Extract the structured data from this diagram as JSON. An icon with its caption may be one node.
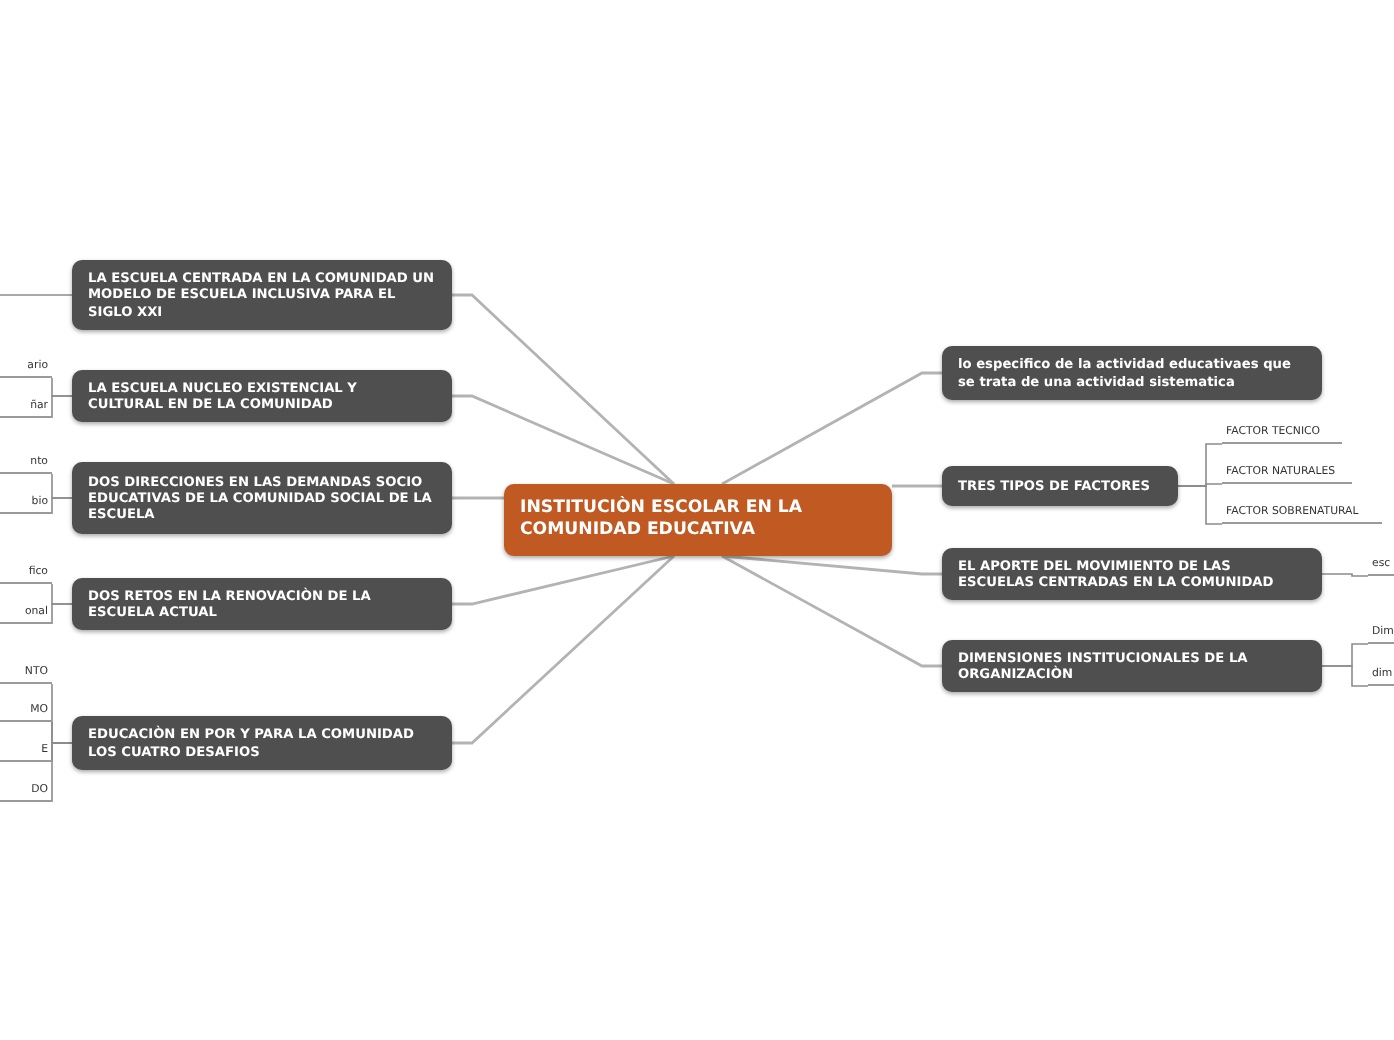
{
  "diagram": {
    "nodes": [
      {
        "text": [
          "INSTITUCIÒN ESCOLAR EN LA COMUNIDAD EDUCATIVA"
        ]
      },
      {
        "text": [
          "LA ESCUELA CENTRADA EN LA COMUNIDAD UN MODELO DE ESCUELA INCLUSIVA PARA EL SIGLO XXI"
        ]
      },
      {
        "text": [
          "LA ESCUELA NUCLEO EXISTENCIAL Y CULTURAL EN DE LA COMUNIDAD"
        ]
      },
      {
        "text": [
          "DOS DIRECCIONES EN LAS DEMANDAS SOCIO EDUCATIVAS DE LA COMUNIDAD SOCIAL DE LA ESCUELA"
        ]
      },
      {
        "text": [
          "DOS RETOS EN LA RENOVACIÒN DE LA ESCUELA ACTUAL"
        ]
      },
      {
        "text": [
          "EDUCACIÒN EN POR Y PARA LA COMUNIDAD LOS CUATRO DESAFIOS"
        ]
      },
      {
        "text": [
          "lo especifico de la actividad educativaes que se trata de una actividad sistematica"
        ]
      },
      {
        "text": [
          "TRES TIPOS DE FACTORES"
        ]
      },
      {
        "text": [
          "EL APORTE DEL MOVIMIENTO DE LAS ESCUELAS CENTRADAS EN LA COMUNIDAD"
        ]
      },
      {
        "text": [
          "DIMENSIONES INSTITUCIONALES DE LA ORGANIZACIÒN"
        ]
      },
      {
        "text": [
          "ario"
        ]
      },
      {
        "text": [
          "ñar"
        ]
      },
      {
        "text": [
          "nto"
        ]
      },
      {
        "text": [
          "bio"
        ]
      },
      {
        "text": [
          "fico"
        ]
      },
      {
        "text": [
          "onal"
        ]
      },
      {
        "text": [
          "NTO"
        ]
      },
      {
        "text": [
          "MO"
        ]
      },
      {
        "text": [
          "E"
        ]
      },
      {
        "text": [
          "DO"
        ]
      },
      {
        "text": [
          "FACTOR TECNICO"
        ]
      },
      {
        "text": [
          "FACTOR NATURALES"
        ]
      },
      {
        "text": [
          "FACTOR SOBRENATURAL"
        ]
      },
      {
        "text": [
          "esc"
        ]
      },
      {
        "text": [
          "Dim"
        ]
      },
      {
        "text": [
          "dim"
        ]
      }
    ],
    "edges": [
      {
        "from": 0,
        "to": 1,
        "arrow": "none"
      },
      {
        "from": 0,
        "to": 2,
        "arrow": "none"
      },
      {
        "from": 0,
        "to": 3,
        "arrow": "none"
      },
      {
        "from": 0,
        "to": 4,
        "arrow": "none"
      },
      {
        "from": 0,
        "to": 5,
        "arrow": "none"
      },
      {
        "from": 0,
        "to": 6,
        "arrow": "none"
      },
      {
        "from": 0,
        "to": 7,
        "arrow": "none"
      },
      {
        "from": 0,
        "to": 8,
        "arrow": "none"
      },
      {
        "from": 0,
        "to": 9,
        "arrow": "none"
      },
      {
        "from": 1,
        "to": null,
        "arrow": "none"
      },
      {
        "from": 2,
        "to": 10,
        "arrow": "none"
      },
      {
        "from": 2,
        "to": 11,
        "arrow": "none"
      },
      {
        "from": 3,
        "to": 12,
        "arrow": "none"
      },
      {
        "from": 3,
        "to": 13,
        "arrow": "none"
      },
      {
        "from": 4,
        "to": 14,
        "arrow": "none"
      },
      {
        "from": 4,
        "to": 15,
        "arrow": "none"
      },
      {
        "from": 5,
        "to": 16,
        "arrow": "none"
      },
      {
        "from": 5,
        "to": 17,
        "arrow": "none"
      },
      {
        "from": 5,
        "to": 18,
        "arrow": "none"
      },
      {
        "from": 5,
        "to": 19,
        "arrow": "none"
      },
      {
        "from": 7,
        "to": 20,
        "arrow": "none"
      },
      {
        "from": 7,
        "to": 21,
        "arrow": "none"
      },
      {
        "from": 7,
        "to": 22,
        "arrow": "none"
      },
      {
        "from": 8,
        "to": 23,
        "arrow": "none"
      },
      {
        "from": 9,
        "to": 24,
        "arrow": "none"
      },
      {
        "from": 9,
        "to": 25,
        "arrow": "none"
      }
    ]
  }
}
